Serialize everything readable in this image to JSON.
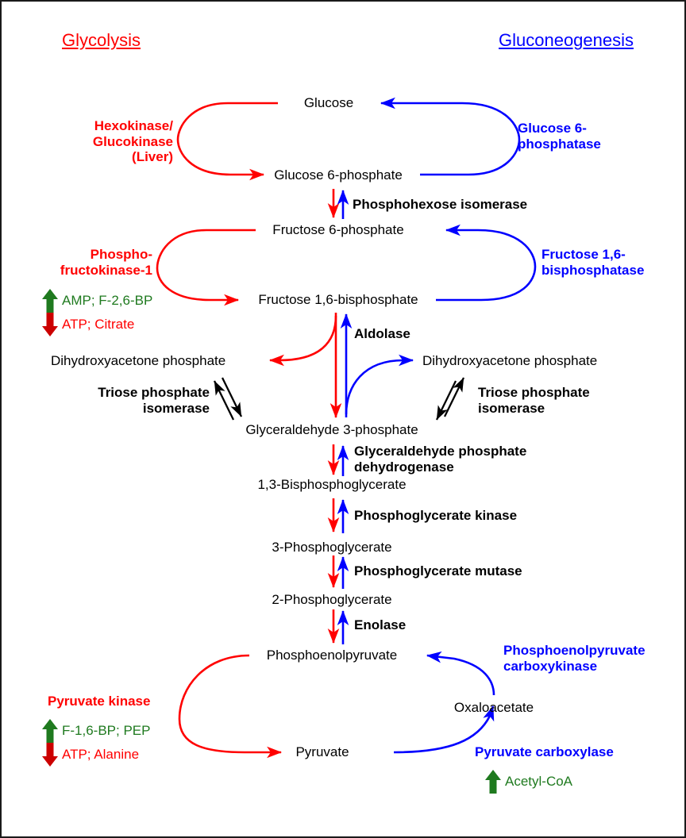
{
  "titles": {
    "left": "Glycolysis",
    "right": "Gluconeogenesis",
    "left_color": "#ff0000",
    "right_color": "#0000ff"
  },
  "colors": {
    "glycolysis": "#ff0000",
    "gluconeogenesis": "#0000ff",
    "activator": "#1f7a1f",
    "inhibitor": "#cc0000",
    "metabolite": "#000000",
    "shared_enzyme": "#000000",
    "background": "#ffffff",
    "border": "#1a1a1a"
  },
  "metabolites": [
    {
      "id": "glucose",
      "label": "Glucose"
    },
    {
      "id": "g6p",
      "label": "Glucose 6-phosphate"
    },
    {
      "id": "f6p",
      "label": "Fructose 6-phosphate"
    },
    {
      "id": "f16bp",
      "label": "Fructose 1,6-bisphosphate"
    },
    {
      "id": "dhap_l",
      "label": "Dihydroxyacetone phosphate"
    },
    {
      "id": "dhap_r",
      "label": "Dihydroxyacetone phosphate"
    },
    {
      "id": "gap",
      "label": "Glyceraldehyde 3-phosphate"
    },
    {
      "id": "bpg13",
      "label": "1,3-Bisphosphoglycerate"
    },
    {
      "id": "pg3",
      "label": "3-Phosphoglycerate"
    },
    {
      "id": "pg2",
      "label": "2-Phosphoglycerate"
    },
    {
      "id": "pep",
      "label": "Phosphoenolpyruvate"
    },
    {
      "id": "oaa",
      "label": "Oxaloacetate"
    },
    {
      "id": "pyruvate",
      "label": "Pyruvate"
    }
  ],
  "glycolytic_enzymes": [
    {
      "id": "hexokinase",
      "line1": "Hexokinase/",
      "line2": "Glucokinase",
      "line3": "(Liver)"
    },
    {
      "id": "pfk1",
      "line1": "Phospho-",
      "line2": "fructokinase-1"
    },
    {
      "id": "pyruvate_kinase",
      "line1": "Pyruvate kinase"
    }
  ],
  "gluconeogenic_enzymes": [
    {
      "id": "g6pase",
      "line1": "Glucose 6-",
      "line2": "phosphatase"
    },
    {
      "id": "fbpase",
      "line1": "Fructose 1,6-",
      "line2": "bisphosphatase"
    },
    {
      "id": "pepck",
      "line1": "Phosphoenolpyruvate",
      "line2": "carboxykinase"
    },
    {
      "id": "pyruvate_carboxylase",
      "line1": "Pyruvate carboxylase"
    }
  ],
  "shared_enzymes": [
    {
      "id": "phosphohexose_isomerase",
      "line1": "Phosphohexose isomerase"
    },
    {
      "id": "aldolase",
      "line1": "Aldolase"
    },
    {
      "id": "tpi_left",
      "line1": "Triose phosphate",
      "line2": "isomerase"
    },
    {
      "id": "tpi_right",
      "line1": "Triose phosphate",
      "line2": "isomerase"
    },
    {
      "id": "gapdh",
      "line1": "Glyceraldehyde phosphate",
      "line2": "dehydrogenase"
    },
    {
      "id": "pgk",
      "line1": "Phosphoglycerate kinase"
    },
    {
      "id": "pgm",
      "line1": "Phosphoglycerate mutase"
    },
    {
      "id": "enolase",
      "line1": "Enolase"
    }
  ],
  "regulators": [
    {
      "id": "pfk1_activators",
      "direction": "up",
      "label": "AMP; F-2,6-BP"
    },
    {
      "id": "pfk1_inhibitors",
      "direction": "down",
      "label": "ATP; Citrate"
    },
    {
      "id": "pk_activators",
      "direction": "up",
      "label": "F-1,6-BP; PEP"
    },
    {
      "id": "pk_inhibitors",
      "direction": "down",
      "label": "ATP; Alanine"
    },
    {
      "id": "pc_activators",
      "direction": "up",
      "label": "Acetyl-CoA"
    }
  ]
}
